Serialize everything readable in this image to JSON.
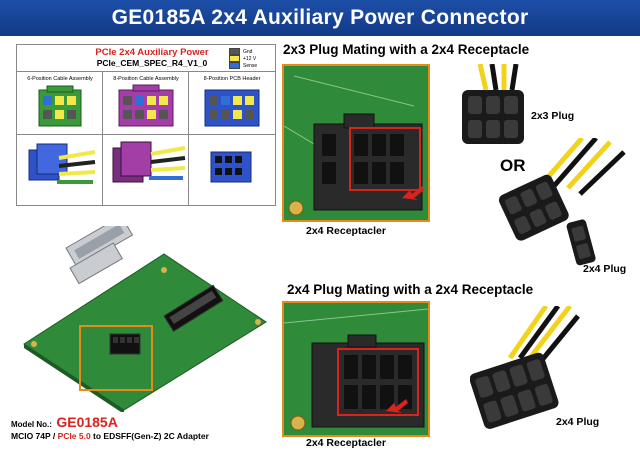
{
  "banner": {
    "title": "GE0185A 2x4 Auxiliary Power Connector"
  },
  "spec_table": {
    "title": "PCIe 2x4 Auxiliary Power",
    "subtitle": "PCIe_CEM_SPEC_R4_V1_0",
    "legend": [
      {
        "label": "Gnd",
        "color": "#555555"
      },
      {
        "label": "+12 V",
        "color": "#f2e84a"
      },
      {
        "label": "Sense",
        "color": "#2f6fd6"
      }
    ],
    "columns": [
      "6-Position Cable Assembly",
      "8-Position Cable Assembly",
      "8-Position PCB Header"
    ]
  },
  "section_top": {
    "title": "2x3 Plug Mating with a 2x4 Receptacle",
    "receptacle_caption": "2x4 Receptacler",
    "plug_caption_a": "2x3 Plug",
    "or_label": "OR",
    "plug_caption_b": "2x4 Plug"
  },
  "section_bottom": {
    "title": "2x4 Plug Mating with a 2x4 Receptacle",
    "receptacle_caption": "2x4 Receptacler",
    "plug_caption": "2x4 Plug"
  },
  "product": {
    "model_label": "Model No.:",
    "model_number": "GE0185A",
    "desc_pre": "MCIO 74P / ",
    "desc_highlight": "PCIe 5.0",
    "desc_post": " to EDSFF(Gen-Z) 2C Adapter"
  },
  "colors": {
    "banner": "#1d4fa8",
    "highlight_border": "#e68a1a",
    "accent_red": "#d8231f",
    "pcb_green": "#2f8a3a"
  }
}
